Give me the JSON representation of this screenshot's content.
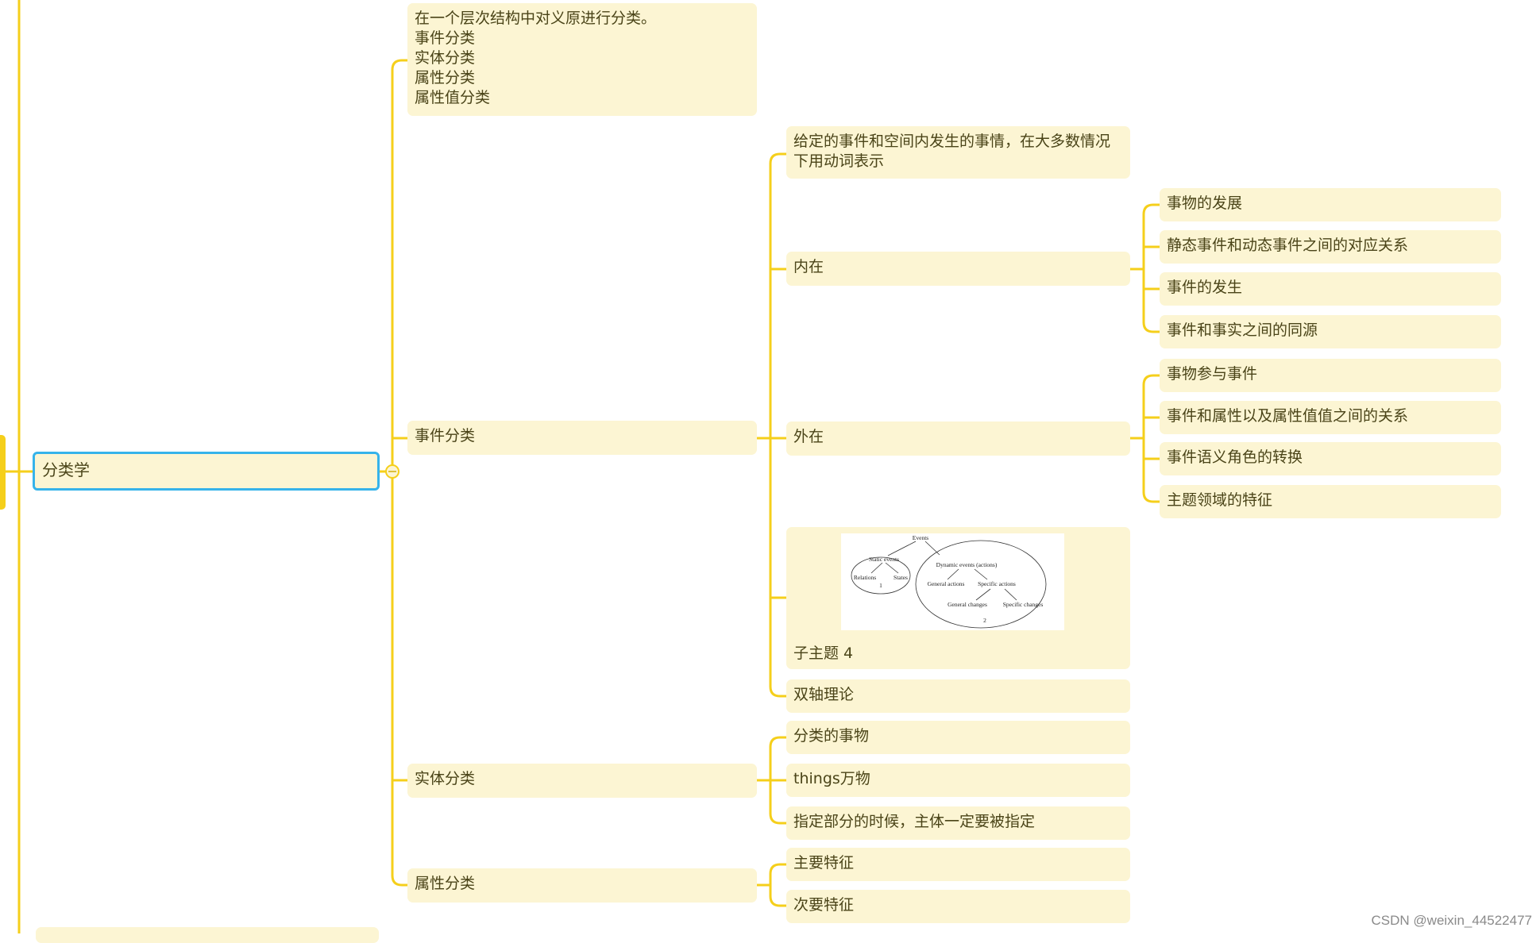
{
  "mindmap": {
    "root": "分类学",
    "definition": "在一个层次结构中对义原进行分类。\n事件分类\n实体分类\n属性分类\n属性值分类",
    "event": {
      "label": "事件分类",
      "definition": "给定的事件和空间内发生的事情，在大多数情况\n下用动词表示",
      "internal": {
        "label": "内在",
        "children": [
          "事物的发展",
          "静态事件和动态事件之间的对应关系",
          "事件的发生",
          "事件和事实之间的同源"
        ]
      },
      "external": {
        "label": "外在",
        "children": [
          "事物参与事件",
          "事件和属性以及属性值值之间的关系",
          "事件语义角色的转换",
          "主题领域的特征"
        ]
      },
      "subtopic4": {
        "label": "子主题 4",
        "figure": {
          "top": "Events",
          "static": "Static events",
          "relations": "Relations",
          "states": "States",
          "num1": "1",
          "dynamic": "Dynamic events (actions)",
          "general_actions": "General actions",
          "specific_actions": "Specific actions",
          "general_changes": "General changes",
          "specific_changes": "Specific changes",
          "num2": "2"
        }
      },
      "biaxial": "双轴理论"
    },
    "entity": {
      "label": "实体分类",
      "children": [
        "分类的事物",
        "things万物",
        "指定部分的时候，主体一定要被指定"
      ]
    },
    "attribute": {
      "label": "属性分类",
      "children": [
        "主要特征",
        "次要特征"
      ]
    }
  },
  "watermark": "CSDN @weixin_44522477",
  "colors": {
    "connector": "#f5cf1b",
    "node_fill": "#fcf5d3",
    "root_border": "#36b3ea",
    "text": "#4a4418"
  }
}
